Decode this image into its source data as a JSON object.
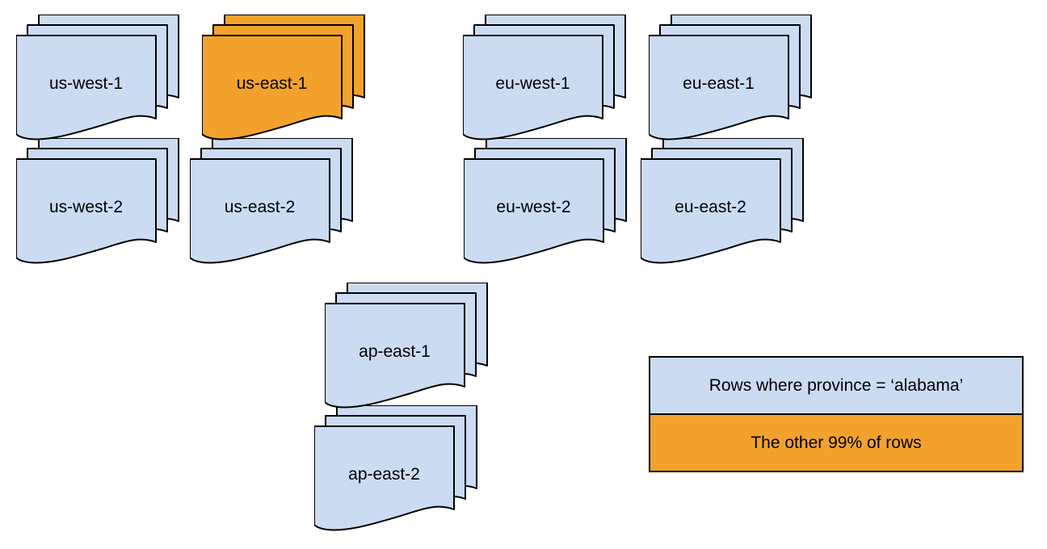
{
  "stacks": [
    {
      "id": "us-west-1",
      "label": "us-west-1",
      "color": "blue"
    },
    {
      "id": "us-east-1",
      "label": "us-east-1",
      "color": "orange"
    },
    {
      "id": "eu-west-1",
      "label": "eu-west-1",
      "color": "blue"
    },
    {
      "id": "eu-east-1",
      "label": "eu-east-1",
      "color": "blue"
    },
    {
      "id": "us-west-2",
      "label": "us-west-2",
      "color": "blue"
    },
    {
      "id": "us-east-2",
      "label": "us-east-2",
      "color": "blue"
    },
    {
      "id": "eu-west-2",
      "label": "eu-west-2",
      "color": "blue"
    },
    {
      "id": "eu-east-2",
      "label": "eu-east-2",
      "color": "blue"
    },
    {
      "id": "ap-east-1",
      "label": "ap-east-1",
      "color": "blue"
    },
    {
      "id": "ap-east-2",
      "label": "ap-east-2",
      "color": "blue"
    }
  ],
  "legend": {
    "items": [
      {
        "label": "Rows where province = ‘alabama’",
        "color": "blue"
      },
      {
        "label": "The other 99% of rows",
        "color": "orange"
      }
    ]
  },
  "colors": {
    "blue": "#CBDCF2",
    "orange": "#F2A22C",
    "stroke": "#000000"
  }
}
